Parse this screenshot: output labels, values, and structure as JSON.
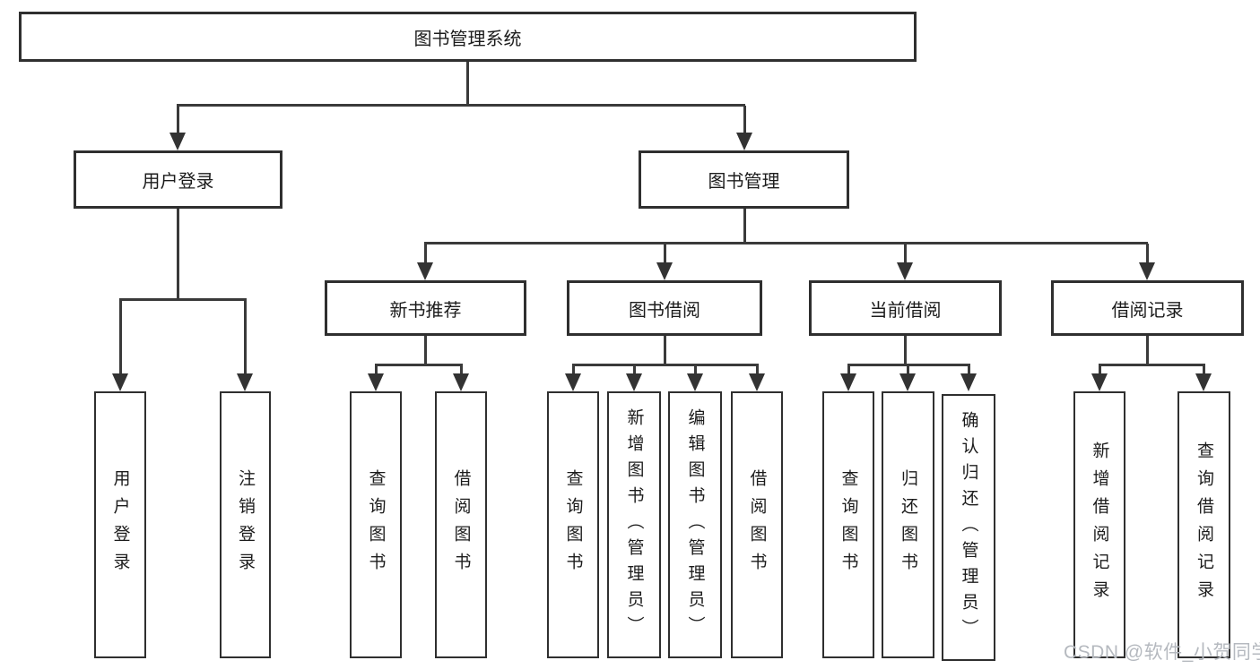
{
  "diagram": {
    "root": {
      "label": "图书管理系统"
    },
    "level2": [
      {
        "label": "用户登录"
      },
      {
        "label": "图书管理"
      }
    ],
    "level3": [
      {
        "label": "新书推荐"
      },
      {
        "label": "图书借阅"
      },
      {
        "label": "当前借阅"
      },
      {
        "label": "借阅记录"
      }
    ],
    "leaves": {
      "user_login": [
        "用户登录",
        "注销登录"
      ],
      "new_book": [
        "查询图书",
        "借阅图书"
      ],
      "book_borrow": [
        "查询图书",
        "新增图书（管理员）",
        "编辑图书（管理员）",
        "借阅图书"
      ],
      "current_borrow": [
        "查询图书",
        "归还图书",
        "确认归还（管理员）"
      ],
      "borrow_record": [
        "新增借阅记录",
        "查询借阅记录"
      ]
    }
  },
  "watermark": "CSDN @软件_小贺同学"
}
